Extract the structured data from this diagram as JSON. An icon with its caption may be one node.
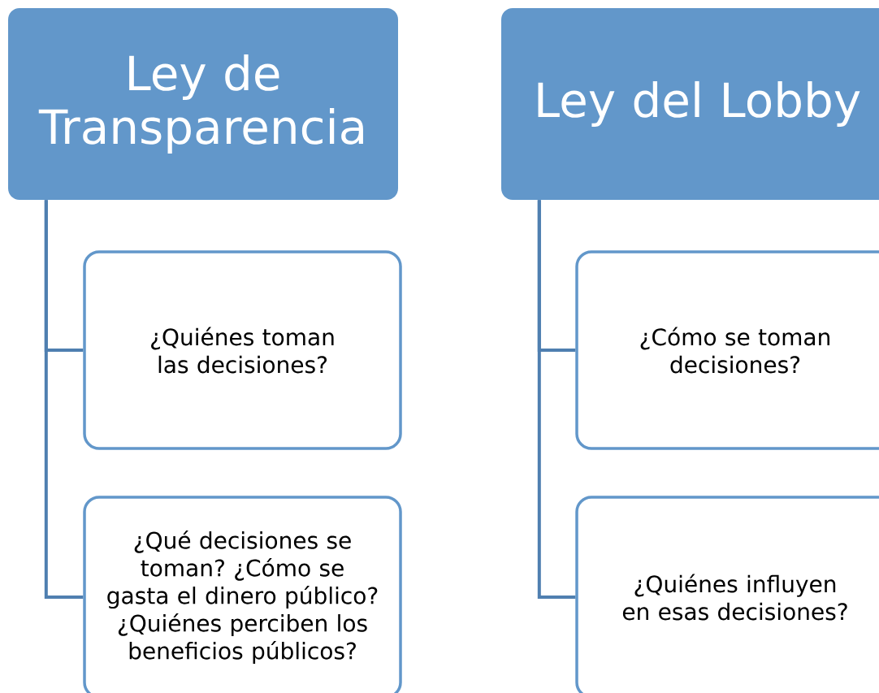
{
  "diagram": {
    "nodes": [
      {
        "text": [
          "Ley de Transparencia"
        ]
      },
      {
        "text": [
          "¿Quiénes toman las decisiones?"
        ]
      },
      {
        "text": [
          "¿Qué decisiones se toman? ¿Cómo se gasta el dinero público? ¿Quiénes perciben los beneficios públicos?"
        ]
      },
      {
        "text": [
          "Ley del Lobby"
        ]
      },
      {
        "text": [
          "¿Cómo se toman decisiones?"
        ]
      },
      {
        "text": [
          "¿Quiénes influyen en esas decisiones?"
        ]
      }
    ],
    "edges": [
      {
        "from": 0,
        "to": 1,
        "arrow": "none"
      },
      {
        "from": 0,
        "to": 2,
        "arrow": "none"
      },
      {
        "from": 3,
        "to": 4,
        "arrow": "none"
      },
      {
        "from": 3,
        "to": 5,
        "arrow": "none"
      }
    ]
  }
}
